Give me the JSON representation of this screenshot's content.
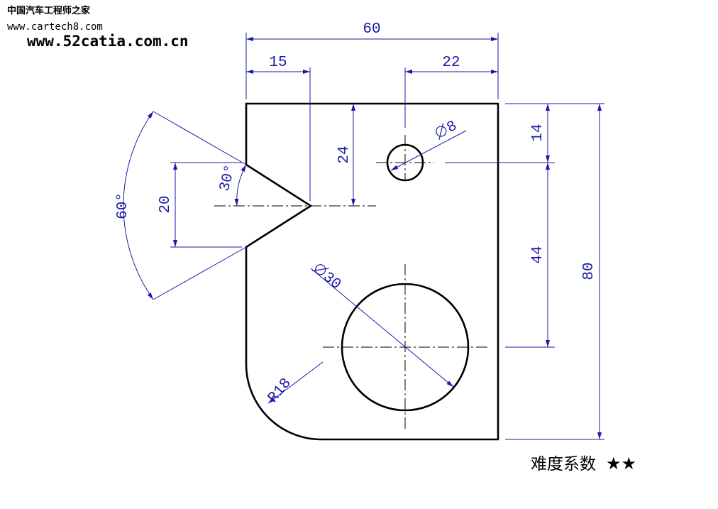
{
  "watermark": {
    "site_cn": "中国汽车工程师之家",
    "url1": "www.cartech8.com",
    "url2": "www.52catia.com.cn"
  },
  "dimensions": {
    "overall_width": "60",
    "left_offset": "15",
    "right_offset": "22",
    "notch_depth": "24",
    "small_hole": "8",
    "top_to_small_hole": "14",
    "small_to_big_hole": "44",
    "overall_height": "80",
    "notch_angle": "30°",
    "notch_width": "20",
    "outer_angle": "60°",
    "big_hole": "30",
    "corner_radius": "R18"
  },
  "difficulty": {
    "label": "难度系数",
    "stars": "★★"
  },
  "colors": {
    "outline": "#000000",
    "dimension": "#1a1aa6"
  }
}
